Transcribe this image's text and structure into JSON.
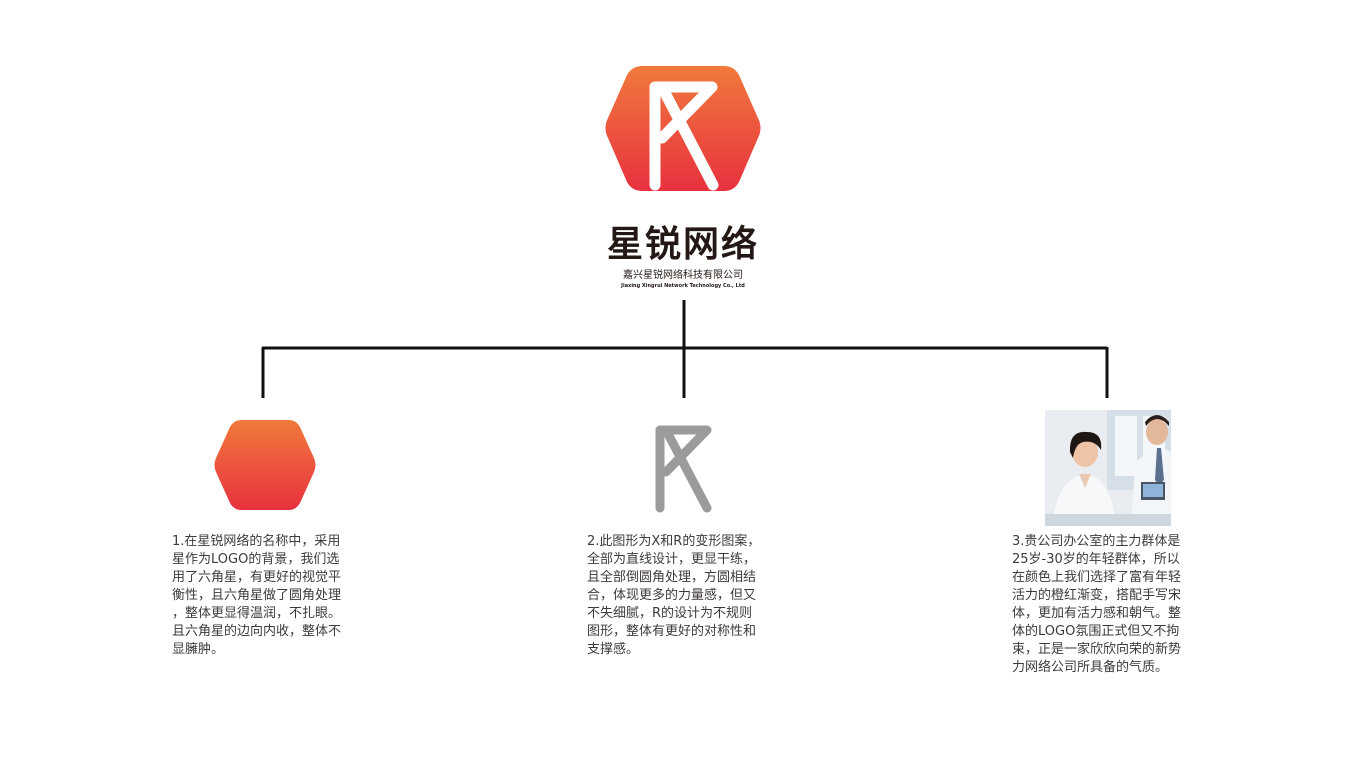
{
  "brand": {
    "name": "星锐网络",
    "company_cn": "嘉兴星锐网络科技有限公司",
    "company_en": "Jiaxing Xingrui Network Technology Co., Ltd"
  },
  "colors": {
    "gradient_top": "#F07A3C",
    "gradient_bottom": "#E8313F",
    "mark_gray": "#9B9B9B",
    "line": "#111111",
    "text": "#3E3A39"
  },
  "icons": [
    "hexagon-star-logo-icon",
    "hexagon-icon",
    "xr-mark-icon",
    "office-team-photo"
  ],
  "descriptions": {
    "item1": "1.在星锐网络的名称中，采用\n星作为LOGO的背景，我们选\n用了六角星，有更好的视觉平\n衡性，且六角星做了圆角处理\n，整体更显得温润，不扎眼。\n且六角星的边向内收，整体不\n显臃肿。",
    "item2": "2.此图形为X和R的变形图案，\n全部为直线设计，更显干练，\n且全部倒圆角处理，方圆相结\n合，体现更多的力量感，但又\n不失细腻，R的设计为不规则\n图形，整体有更好的对称性和\n支撑感。",
    "item3": "3.贵公司办公室的主力群体是\n25岁-30岁的年轻群体，所以\n在颜色上我们选择了富有年轻\n活力的橙红渐变，搭配手写宋\n体，更加有活力感和朝气。整\n体的LOGO氛围正式但又不拘\n束，正是一家欣欣向荣的新势\n力网络公司所具备的气质。"
  }
}
